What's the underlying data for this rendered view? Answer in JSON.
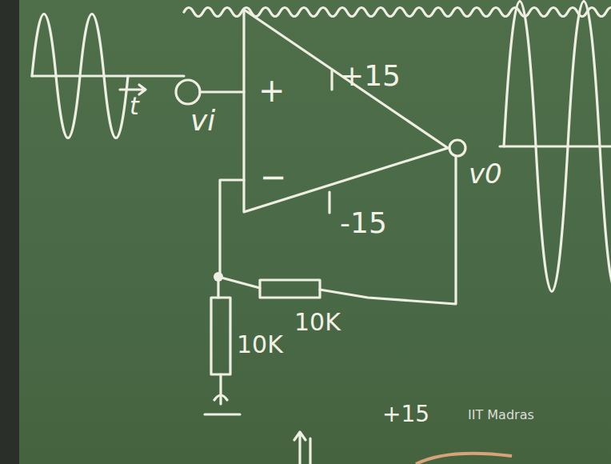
{
  "diagram": {
    "nodes": [
      {
        "text": [
          "+",
          "−"
        ]
      }
    ],
    "labels": [
      "+15",
      "-15",
      "t",
      "vi",
      "v0",
      "10K",
      "10K",
      "+15",
      "IIT Madras"
    ]
  }
}
